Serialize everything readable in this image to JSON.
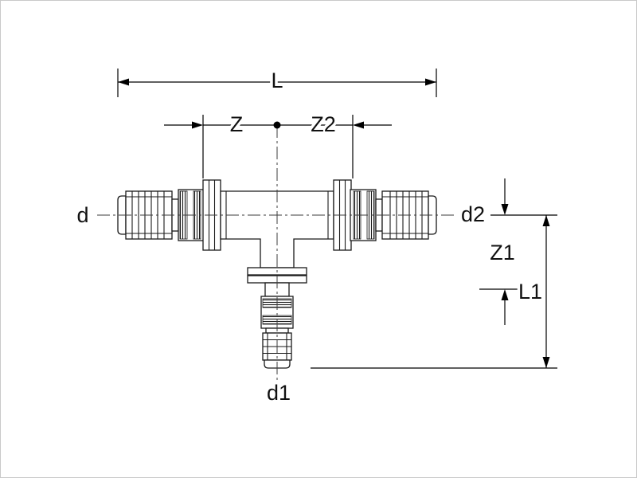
{
  "diagram": {
    "description_labels": {
      "L": "L",
      "Z": "Z",
      "Z2": "Z2",
      "Z1": "Z1",
      "L1": "L1",
      "d": "d",
      "d1": "d1",
      "d2": "d2"
    },
    "colors": {
      "line": "#1a1a1a",
      "dimension": "#000000",
      "background": "#ffffff"
    }
  }
}
